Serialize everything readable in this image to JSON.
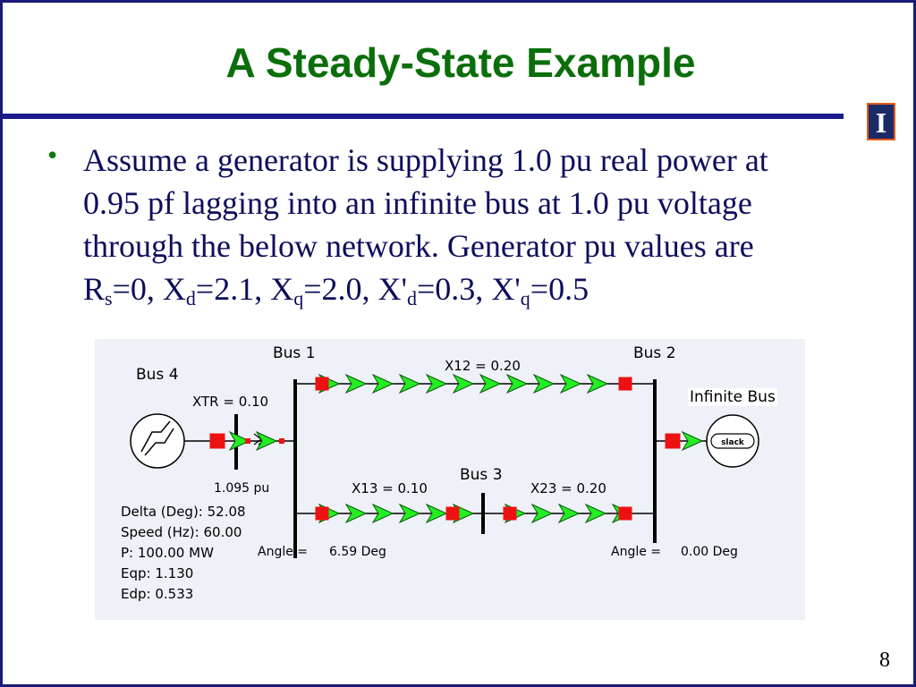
{
  "title": "A Steady-State Example",
  "bullet": {
    "line1": "Assume a generator is supplying 1.0 pu real power at",
    "line2": "0.95 pf lagging into an infinite bus at 1.0 pu voltage",
    "line3": "through the below network.  Generator pu values are",
    "r_letter": "R",
    "r_sub": "s",
    "r_val": "=0, ",
    "xd_letter": "X",
    "xd_sub": "d",
    "xd_val": "=2.1, ",
    "xq_letter": "X",
    "xq_sub": "q",
    "xq_val": "=2.0, ",
    "xpd_letter": "X'",
    "xpd_sub": "d",
    "xpd_val": "=0.3, ",
    "xpq_letter": "X'",
    "xpq_sub": "q",
    "xpq_val": "=0.5"
  },
  "diagram": {
    "bus1": "Bus 1",
    "bus2": "Bus 2",
    "bus3": "Bus 3",
    "bus4": "Bus 4",
    "x12": "X12 = 0.20",
    "x13": "X13 = 0.10",
    "x23": "X23 = 0.20",
    "xtr": "XTR = 0.10",
    "infinite_bus": "Infinite Bus",
    "slack": "slack",
    "voltage": "1.095 pu",
    "gen_info": {
      "delta": "Delta (Deg): 52.08",
      "speed": "Speed (Hz):  60.00",
      "p": "P: 100.00 MW",
      "eqp": "Eqp: 1.130",
      "edp": "Edp: 0.533"
    },
    "angle_bus1_label": "Angle =",
    "angle_bus1_value": "6.59 Deg",
    "angle_bus2_label": "Angle =",
    "angle_bus2_value": "0.00 Deg",
    "colors": {
      "arrow_fill": "#22ee22",
      "breaker": "#ee1111",
      "bus_bar": "#000000"
    }
  },
  "page_number": "8",
  "colors": {
    "title": "#0a6e0a",
    "border": "#1a1a7a",
    "body_text": "#0d0d5c",
    "diagram_bg": "#eef1f7"
  }
}
